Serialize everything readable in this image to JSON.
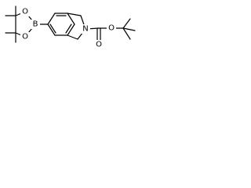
{
  "structure": {
    "atoms": {
      "O_ring_top": "O",
      "B": "B",
      "O_ring_bottom": "O",
      "N": "N",
      "O_carbonyl": "O",
      "O_ester": "O"
    }
  },
  "colors": {
    "bond": "#000000",
    "label": "#000000",
    "background": "#ffffff"
  }
}
